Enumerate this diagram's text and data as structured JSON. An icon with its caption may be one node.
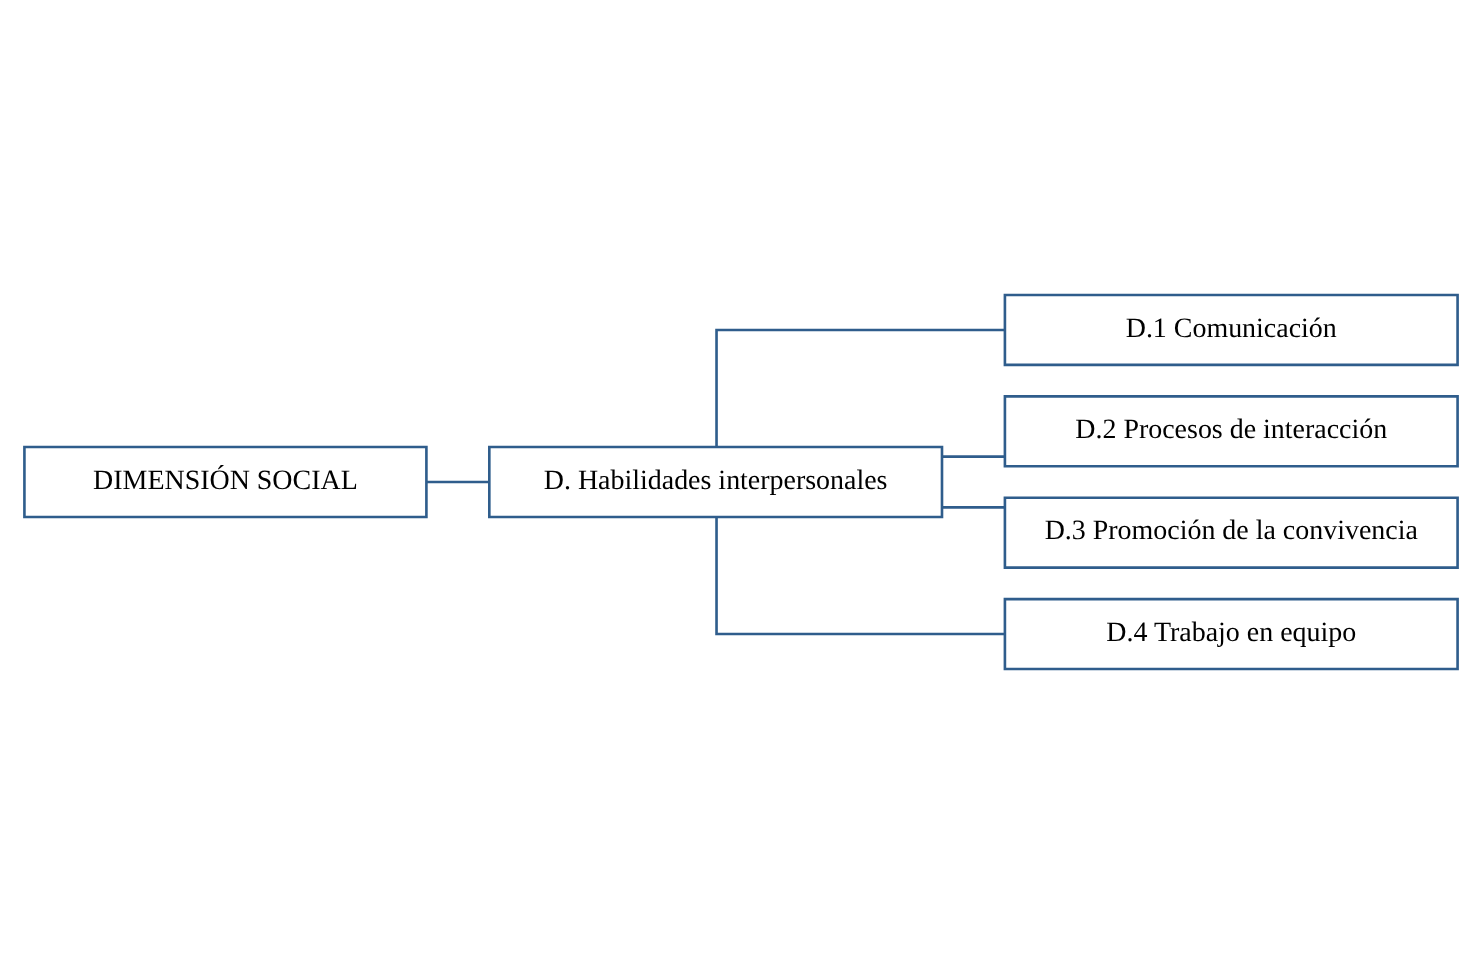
{
  "diagram": {
    "nodes": [
      {
        "text": [
          "DIMENSIÓN SOCIAL"
        ]
      },
      {
        "text": [
          "D. Habilidades interpersonales"
        ]
      },
      {
        "text": [
          "D.1 Comunicación"
        ]
      },
      {
        "text": [
          "D.2 Procesos de interacción"
        ]
      },
      {
        "text": [
          "D.3 Promoción de la convivencia"
        ]
      },
      {
        "text": [
          "D.4 Trabajo en equipo"
        ]
      }
    ],
    "edges": [
      {
        "from": 0,
        "to": 1,
        "arrow": "none"
      },
      {
        "from": 1,
        "to": 2,
        "arrow": "none"
      },
      {
        "from": 1,
        "to": 3,
        "arrow": "none"
      },
      {
        "from": 1,
        "to": 4,
        "arrow": "none"
      },
      {
        "from": 1,
        "to": 5,
        "arrow": "none"
      }
    ]
  }
}
